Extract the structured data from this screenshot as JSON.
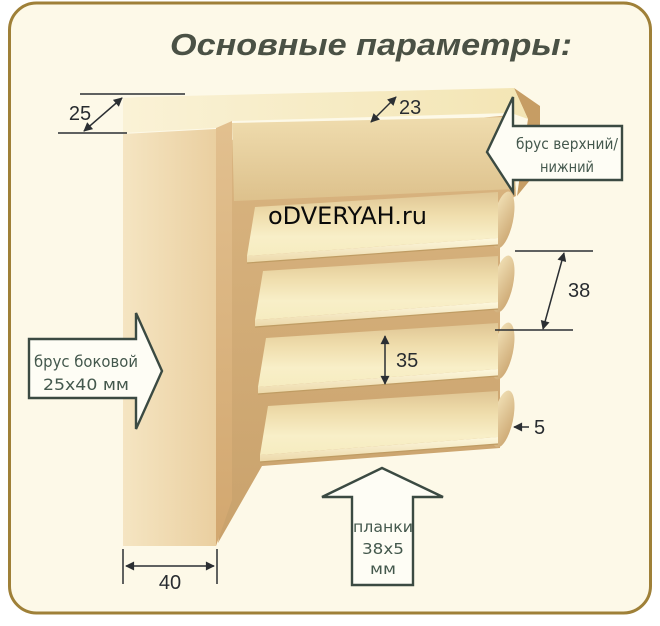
{
  "panel": {
    "title": "Основные параметры:"
  },
  "watermark": "oDVERYAH.ru",
  "dimensions": {
    "side_beam_thickness": "25",
    "top_beam_depth": "23",
    "slat_width": "38",
    "slat_spacing": "35",
    "slat_thickness": "5",
    "side_beam_width": "40"
  },
  "callouts": {
    "top_beam": {
      "line1": "брус верхний/",
      "line2": "нижний"
    },
    "side_beam": {
      "line1": "брус боковой",
      "line2": "25х40 мм"
    },
    "slats": {
      "line1": "планки",
      "line2": "38х5",
      "line3": "мм"
    }
  },
  "colors": {
    "panel_bg": "#fdf9e8",
    "panel_border": "#9f8038",
    "title": "#4a5145",
    "watermark": "#0a0a0a",
    "wood_top_light": "#f8eec7",
    "wood_front": "#f0ddb3",
    "wood_side_dark": "#dcb987",
    "wood_shadow": "#cfa872",
    "callout_fill": "#fefdf5",
    "callout_stroke": "#3b4a42",
    "callout_text": "#44584d",
    "dimension_ink": "#2b2f33"
  }
}
